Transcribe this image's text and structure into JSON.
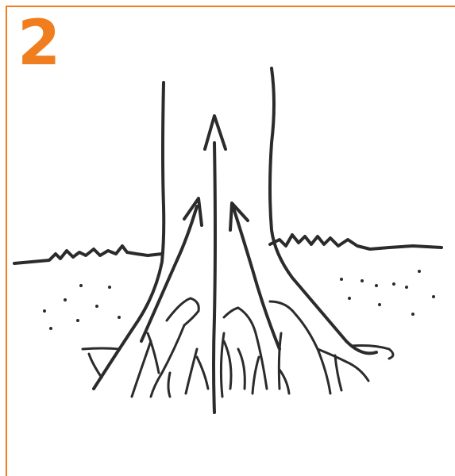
{
  "step": {
    "number": "2"
  },
  "colors": {
    "accent": "#f07e1e",
    "ink": "#2b2b2b",
    "background": "#ffffff"
  },
  "illustration": {
    "subject": "tree-trunk-with-roots",
    "arrows": 3,
    "arrow_direction": "up"
  }
}
